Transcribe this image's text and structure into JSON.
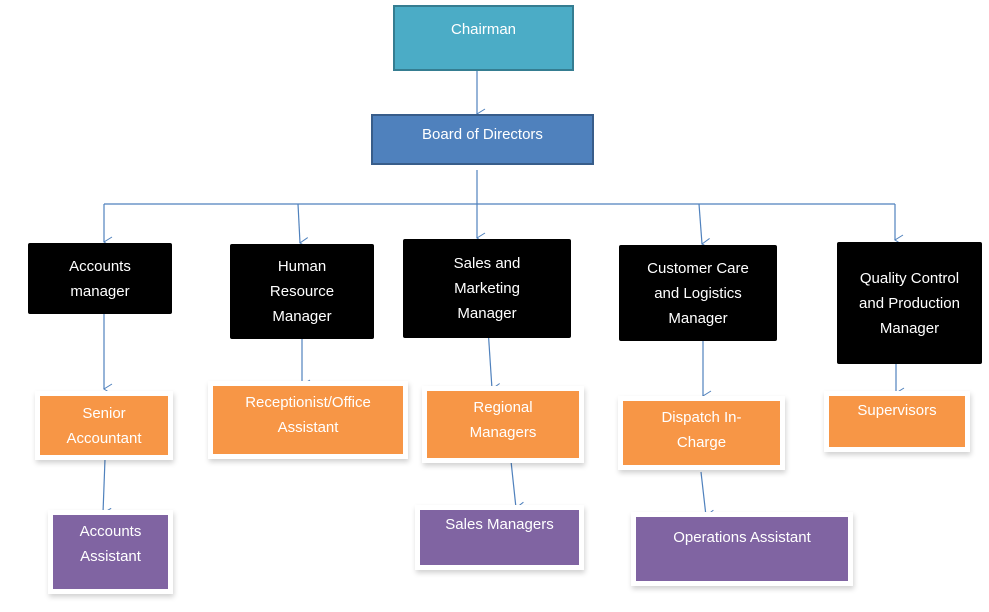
{
  "diagram": {
    "type": "organizational-chart",
    "colors": {
      "chairman": "#4bacc6",
      "board": "#4f81bd",
      "manager": "#000000",
      "level3": "#f79646",
      "level4": "#8064a2",
      "connector": "#4f81bd",
      "text": "#ffffff"
    },
    "nodes": {
      "chairman": "Chairman",
      "board": "Board of Directors",
      "accounts_manager": "Accounts manager",
      "hr_manager": "Human Resource Manager",
      "sales_marketing_manager": "Sales and Marketing Manager",
      "customer_care_manager": "Customer Care and Logistics Manager",
      "quality_manager": "Quality Control and Production Manager",
      "senior_accountant": "Senior Accountant",
      "receptionist": "Receptionist/Office Assistant",
      "regional_managers": "Regional Managers",
      "dispatch": "Dispatch In-Charge",
      "supervisors": "Supervisors",
      "accounts_assistant": "Accounts Assistant",
      "sales_managers": "Sales Managers",
      "operations_assistant": "Operations Assistant"
    },
    "edges": [
      [
        "chairman",
        "board"
      ],
      [
        "board",
        "accounts_manager"
      ],
      [
        "board",
        "hr_manager"
      ],
      [
        "board",
        "sales_marketing_manager"
      ],
      [
        "board",
        "customer_care_manager"
      ],
      [
        "board",
        "quality_manager"
      ],
      [
        "accounts_manager",
        "senior_accountant"
      ],
      [
        "hr_manager",
        "receptionist"
      ],
      [
        "sales_marketing_manager",
        "regional_managers"
      ],
      [
        "customer_care_manager",
        "dispatch"
      ],
      [
        "quality_manager",
        "supervisors"
      ],
      [
        "senior_accountant",
        "accounts_assistant"
      ],
      [
        "regional_managers",
        "sales_managers"
      ],
      [
        "dispatch",
        "operations_assistant"
      ]
    ]
  }
}
